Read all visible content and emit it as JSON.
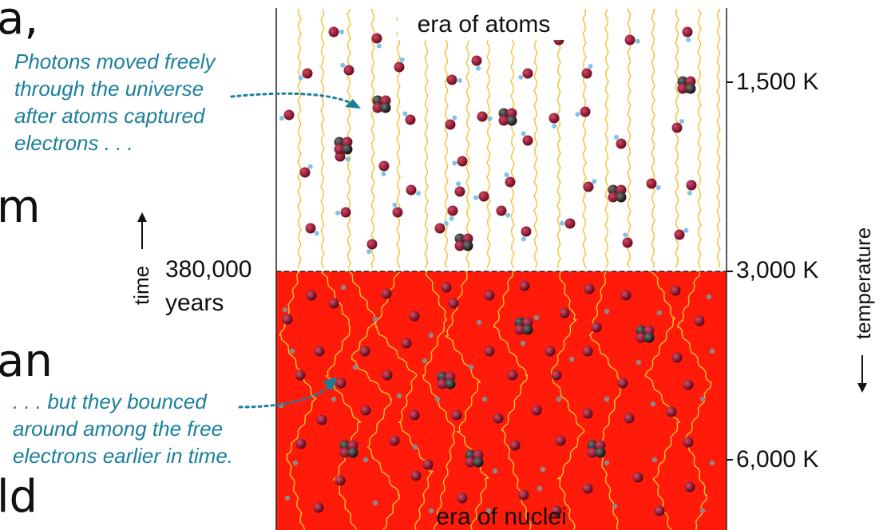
{
  "slide_text_fragments": [
    "a,",
    "m",
    "an",
    "ld"
  ],
  "panel": {
    "top_era_label": "era of atoms",
    "bottom_era_label": "era of nuclei"
  },
  "captions": {
    "top": [
      "Photons moved freely",
      "through the universe",
      "after atoms captured",
      "electrons . . ."
    ],
    "bottom": [
      ". . . but they bounced",
      "around among the free",
      "electrons earlier in time."
    ]
  },
  "time_axis": {
    "label": "time",
    "marker_value": "380,000",
    "marker_unit": "years"
  },
  "temperature_axis": {
    "label": "temperature",
    "ticks": [
      "1,500 K",
      "3,000 K",
      "6,000 K"
    ]
  },
  "colors": {
    "era_of_nuclei_fill": "#ff1a0a",
    "caption_text": "#1a7f9c",
    "photon": "#f2c230",
    "atom_nucleus": "#8e1230",
    "electron": "#7ec3e6"
  }
}
